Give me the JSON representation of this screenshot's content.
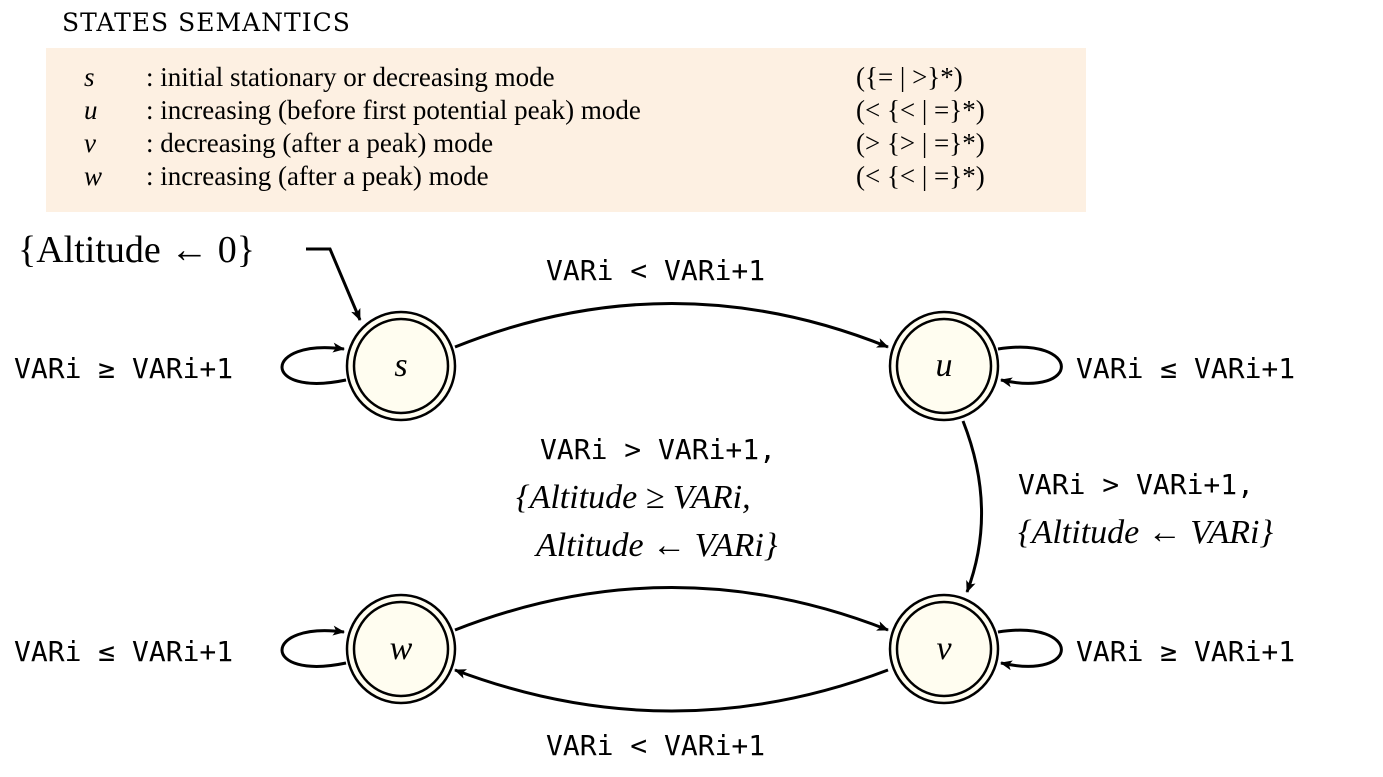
{
  "legend": {
    "title": "STATES SEMANTICS",
    "rows": [
      {
        "symbol": "s",
        "description": ": initial stationary or decreasing mode",
        "expression": "({= | >}*)"
      },
      {
        "symbol": "u",
        "description": ": increasing (before first potential peak) mode",
        "expression": "(< {< | =}*)"
      },
      {
        "symbol": "v",
        "description": ": decreasing (after a peak) mode",
        "expression": "(> {> | =}*)"
      },
      {
        "symbol": "w",
        "description": ": increasing (after a peak) mode",
        "expression": "(< {< | =}*)"
      }
    ]
  },
  "states": {
    "s": "s",
    "u": "u",
    "v": "v",
    "w": "w"
  },
  "labels": {
    "initial": "{Altitude ← 0}",
    "s_loop": "VARi ≥ VARi+1",
    "u_loop": "VARi ≤ VARi+1",
    "w_loop": "VARi ≤ VARi+1",
    "v_loop": "VARi ≥ VARi+1",
    "s_to_u": "VARi < VARi+1",
    "u_to_v_line1": "VARi > VARi+1,",
    "u_to_v_line2": "{Altitude ← VARi}",
    "w_to_v_line1": "VARi > VARi+1,",
    "w_to_v_line2": "{Altitude ≥ VARi,",
    "w_to_v_line3": "Altitude ← VARi}",
    "v_to_w": "VARi < VARi+1"
  },
  "colors": {
    "legend_bg": "#fdf0e2",
    "state_fill": "#fffdf0",
    "stroke": "#000000"
  }
}
